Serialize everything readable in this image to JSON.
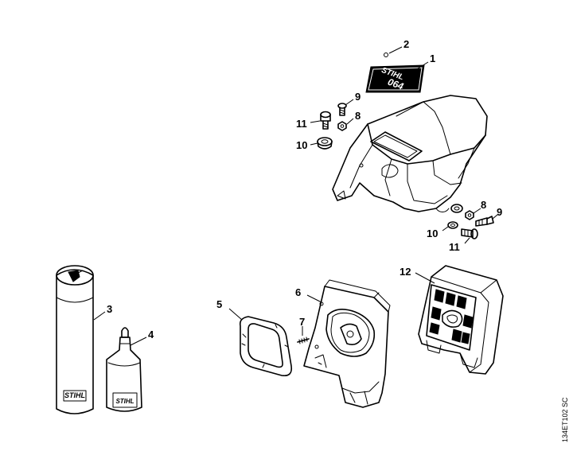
{
  "diagram": {
    "doc_id": "134ET102 SC",
    "brand_text": "STIHL",
    "model_text": "064",
    "callouts": {
      "c1": "1",
      "c2": "2",
      "c3": "3",
      "c4": "4",
      "c5": "5",
      "c6": "6",
      "c7": "7",
      "c8a": "8",
      "c8b": "8",
      "c9a": "9",
      "c9b": "9",
      "c10a": "10",
      "c10b": "10",
      "c11a": "11",
      "c11b": "11",
      "c12": "12"
    }
  }
}
